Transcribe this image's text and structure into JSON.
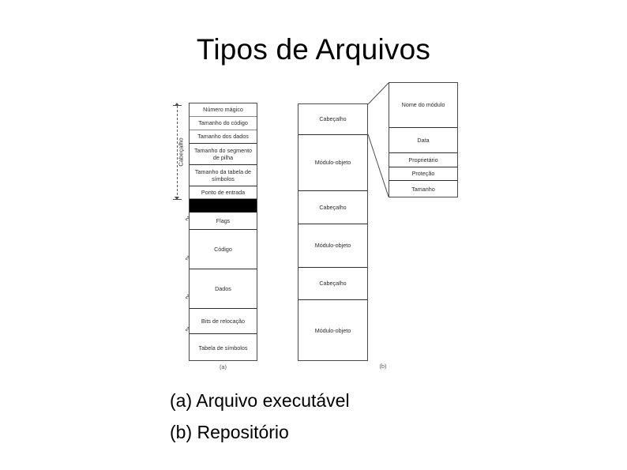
{
  "slide": {
    "title": "Tipos de Arquivos"
  },
  "figure": {
    "bracket_label": "Cabeçalho",
    "executable": {
      "panel_label": "(a)",
      "rows": [
        {
          "text": "Número mágico"
        },
        {
          "text": "Tamanho do código"
        },
        {
          "text": "Tamanho dos dados"
        },
        {
          "text": "Tamanho do segmento de pilha"
        },
        {
          "text": "Tamanho da tabela de símbolos"
        },
        {
          "text": "Ponto de entrada"
        },
        {
          "text": ""
        },
        {
          "text": "Flags"
        },
        {
          "text": "Código"
        },
        {
          "text": "Dados"
        },
        {
          "text": "Bits de relocação"
        },
        {
          "text": "Tabela de símbolos"
        }
      ]
    },
    "archive": {
      "panel_label": "(b)",
      "rows": [
        {
          "text": "Cabeçalho"
        },
        {
          "text": "Módulo-objeto"
        },
        {
          "text": "Cabeçalho"
        },
        {
          "text": "Módulo-objeto"
        },
        {
          "text": "Cabeçalho"
        },
        {
          "text": "Módulo-objeto"
        }
      ]
    },
    "header_detail": {
      "rows": [
        {
          "text": "Nome do módulo"
        },
        {
          "text": "Data"
        },
        {
          "text": "Proprietário"
        },
        {
          "text": "Proteção"
        },
        {
          "text": "Tamanho"
        }
      ]
    }
  },
  "captions": [
    {
      "text": "(a) Arquivo executável"
    },
    {
      "text": "(b) Repositório"
    }
  ],
  "colors": {
    "background": "#ffffff",
    "text": "#000000",
    "line": "#4a4a4a",
    "filled_row": "#000000"
  }
}
